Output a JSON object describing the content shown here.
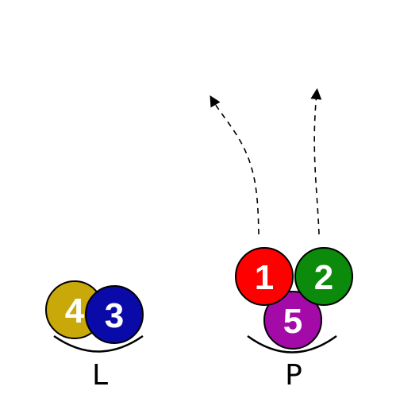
{
  "groups": {
    "left": {
      "label": "L",
      "balls": [
        {
          "label": "4",
          "color": "#c9a90a"
        },
        {
          "label": "3",
          "color": "#0a0aa8"
        }
      ]
    },
    "right": {
      "label": "P",
      "balls": [
        {
          "label": "1",
          "color": "#ff0000"
        },
        {
          "label": "2",
          "color": "#0b8a0b"
        },
        {
          "label": "5",
          "color": "#a30aa8"
        }
      ]
    }
  },
  "colors": {
    "stroke": "#000000",
    "text": "#ffffff"
  }
}
